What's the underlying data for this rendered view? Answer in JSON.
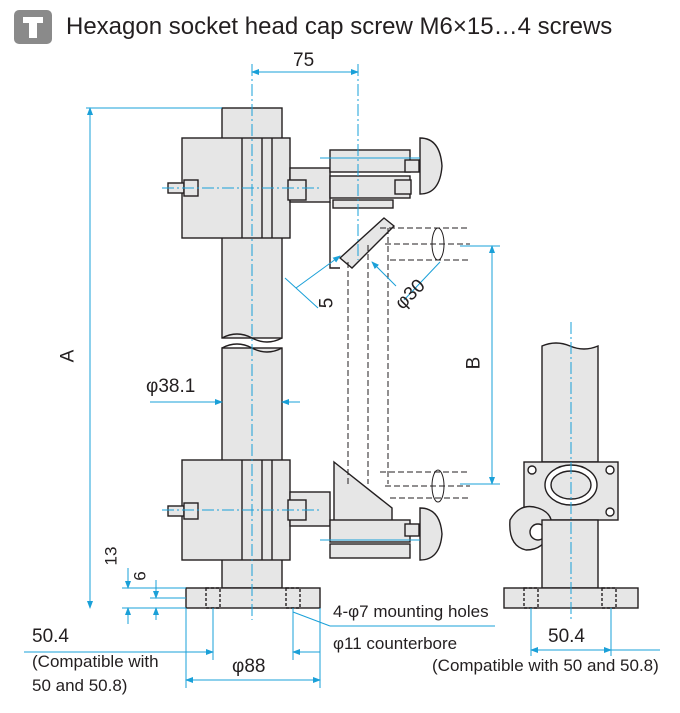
{
  "header": {
    "icon": "screw-icon",
    "title": "Hexagon socket head cap screw M6×15…4 screws"
  },
  "dimensions": {
    "top_width": "75",
    "height_a": "A",
    "height_b": "B",
    "pole_diameter": "φ38.1",
    "mirror_diameter": "φ30",
    "mirror_offset": "5",
    "base_thickness": "13",
    "base_step": "6",
    "base_width_left": "50.4",
    "base_compat_left_1": "(Compatible with",
    "base_compat_left_2": "50 and 50.8)",
    "base_diameter": "φ88",
    "mounting_holes": "4-φ7 mounting holes",
    "counterbore": "φ11 counterbore",
    "base_width_right": "50.4",
    "base_compat_right": "(Compatible with 50 and 50.8)"
  },
  "colors": {
    "dimension": "#1aa0d8",
    "outline": "#231f20",
    "fill": "#e6e6e6",
    "badge": "#8a8a8a"
  }
}
